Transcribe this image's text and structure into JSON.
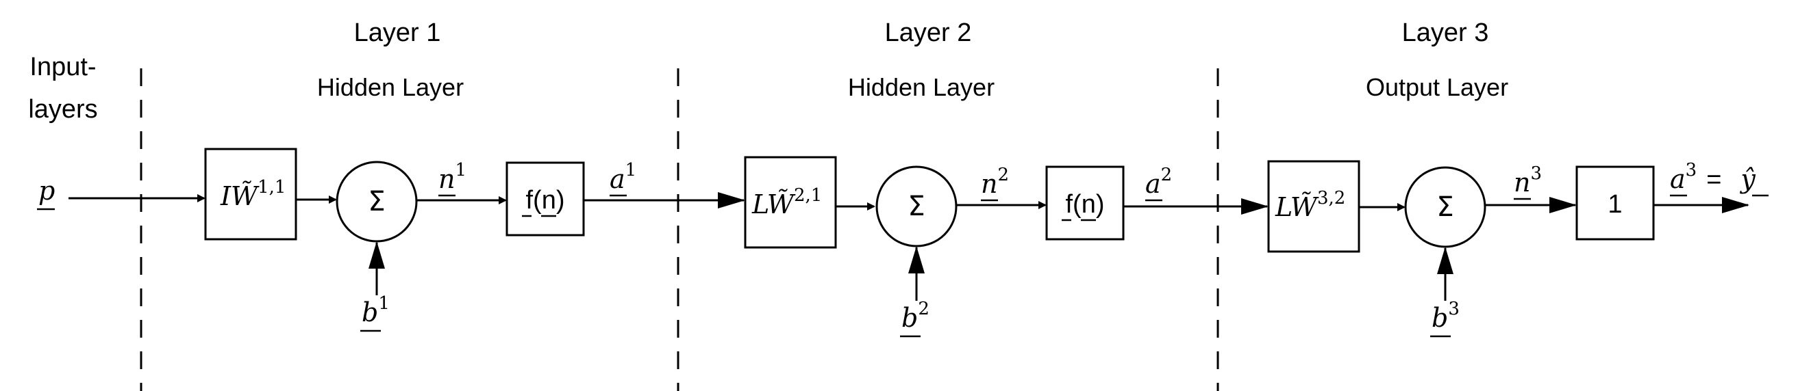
{
  "headers": {
    "layer1": "Layer 1",
    "layer2": "Layer 2",
    "layer3": "Layer 3",
    "input_line1": "Input-",
    "input_line2": "layers",
    "hidden1": "Hidden Layer",
    "hidden2": "Hidden Layer",
    "output": "Output Layer"
  },
  "signals": {
    "input": "p",
    "n1": "n",
    "n1_sup": "1",
    "a1": "a",
    "a1_sup": "1",
    "n2": "n",
    "n2_sup": "2",
    "a2": "a",
    "a2_sup": "2",
    "n3": "n",
    "n3_sup": "3",
    "a3": "a",
    "a3_sup": "3",
    "equals": "=",
    "yhat": "ŷ"
  },
  "biases": {
    "b1": "b",
    "b1_sup": "1",
    "b2": "b",
    "b2_sup": "2",
    "b3": "b",
    "b3_sup": "3"
  },
  "blocks": {
    "w1": "IW̃",
    "w1_sup": "1,1",
    "w2": "LW̃",
    "w2_sup": "2,1",
    "w3": "LW̃",
    "w3_sup": "3,2",
    "sum_symbol": "Σ",
    "f1": "f(n)",
    "f2": "f(n)",
    "out_fn": "1"
  }
}
